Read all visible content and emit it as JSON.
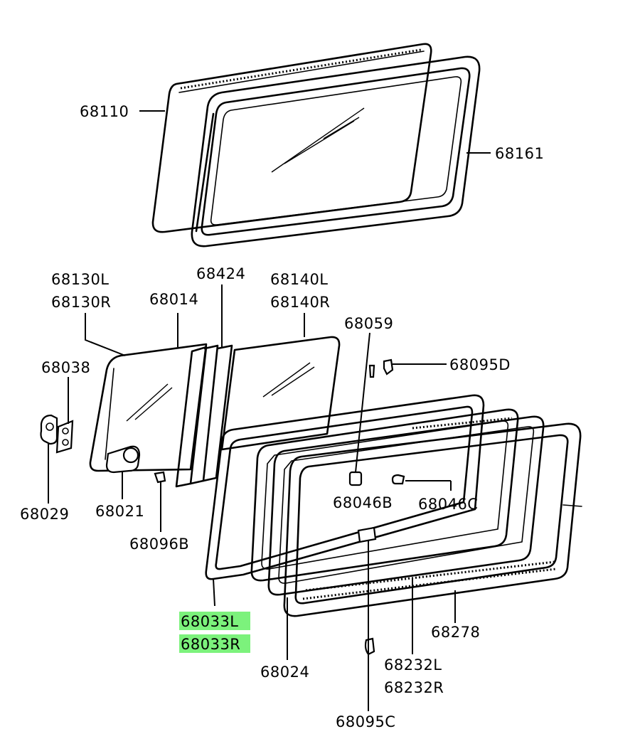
{
  "diagram": {
    "highlight_color": "#7cf27c",
    "labels": {
      "p68110": "68110",
      "p68161": "68161",
      "p68130": "68130L",
      "p68130r": "68130R",
      "p68014": "68014",
      "p68424": "68424",
      "p68140": "68140L",
      "p68140r": "68140R",
      "p68059": "68059",
      "p68095d": "68095D",
      "p68038": "68038",
      "p68029": "68029",
      "p68021": "68021",
      "p68096b": "68096B",
      "p68046b": "68046B",
      "p68046c": "68046C",
      "p68033l": "68033L",
      "p68033r": "68033R",
      "p68024": "68024",
      "p68278": "68278",
      "p68232l": "68232L",
      "p68232r": "68232R",
      "p68095c": "68095C"
    },
    "highlighted": [
      "68033L",
      "68033R"
    ]
  }
}
